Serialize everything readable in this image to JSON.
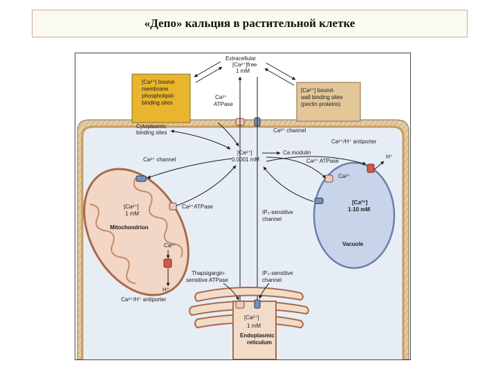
{
  "title": "«Депо» кальция в растительной клетке",
  "diagram": {
    "extracellular": [
      "Extracellular",
      "[Ca²⁺]free",
      "1 mM"
    ],
    "wall_box_left": [
      "[Ca²⁺] bound-",
      "membrane",
      "phospholipid-",
      "binding sites"
    ],
    "wall_box_right": [
      "[Ca²⁺] bound-",
      "wall binding sites",
      "(pectin proteins)"
    ],
    "pm_atpase": [
      "Ca²⁺",
      "ATPase"
    ],
    "pm_channel": "Ca²⁺ channel",
    "cyto_binding": [
      "Cytoplasmic",
      "binding sites"
    ],
    "cytosol": [
      "[Ca²⁺]",
      "0.0001 mM"
    ],
    "calmodulin": "Ca modulin",
    "antiporter_vac": "Ca²⁺/H⁺ antiporter",
    "h_vac": "H⁺",
    "atpase_vac": "Ca²⁺ ATPase",
    "ca_vac": "Ca²⁺",
    "vacuole_conc": [
      "[Ca²⁺]",
      "1-10 mM"
    ],
    "vacuole": "Vacuole",
    "ip3_vac": [
      "IP₃-sensitive",
      "channel"
    ],
    "mito_channel": "Ca²⁺ channel",
    "mito_conc": [
      "[Ca²⁺]",
      "1 mM"
    ],
    "mito_atpase": "Ca²⁺ATPase",
    "mitochondrion": "Mitochondrion",
    "ca_mito": "Ca²⁺",
    "h_mito": "H⁺",
    "antiporter_mito": "Ca²⁺/H⁺ antiporter",
    "thapsigargin": [
      "Thapsigargin-",
      "sensitive ATPase"
    ],
    "ip3_er": [
      "IP₃-sensitive",
      "channel"
    ],
    "er_conc": [
      "[Ca²⁺]",
      "1 mM"
    ],
    "er": [
      "Endoplasmic",
      "reticulum"
    ]
  }
}
